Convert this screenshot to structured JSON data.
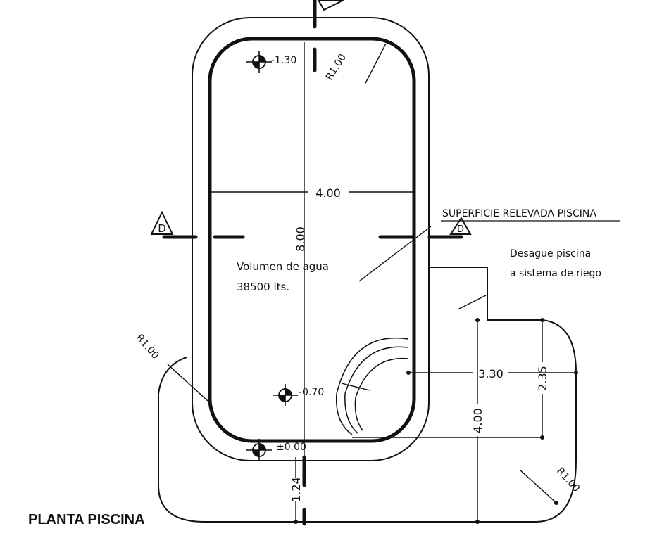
{
  "title": "PLANTA PISCINA",
  "labels": {
    "surface": "SUPERFICIE RELEVADA PISCINA",
    "drain_line1": "Desague piscina",
    "drain_line2": "a sistema de riego",
    "volume_line1": "Volumen de agua",
    "volume_line2": "38500 lts."
  },
  "dimensions": {
    "pool_width": "4.00",
    "pool_length": "8.00",
    "patio_width": "3.30",
    "patio_depth": "2.35",
    "patio_length": "4.00",
    "bottom_offset": "1.24"
  },
  "radii": {
    "pool_corner": "R1.00",
    "patio_left": "R1.00",
    "patio_right": "R1.00"
  },
  "levels": {
    "deep": "-1.30",
    "shallow": "-0.70",
    "deck": "±0.00"
  },
  "section_marks": {
    "left": "D",
    "right": "D"
  },
  "colors": {
    "ink": "#111111",
    "paper": "#ffffff"
  }
}
